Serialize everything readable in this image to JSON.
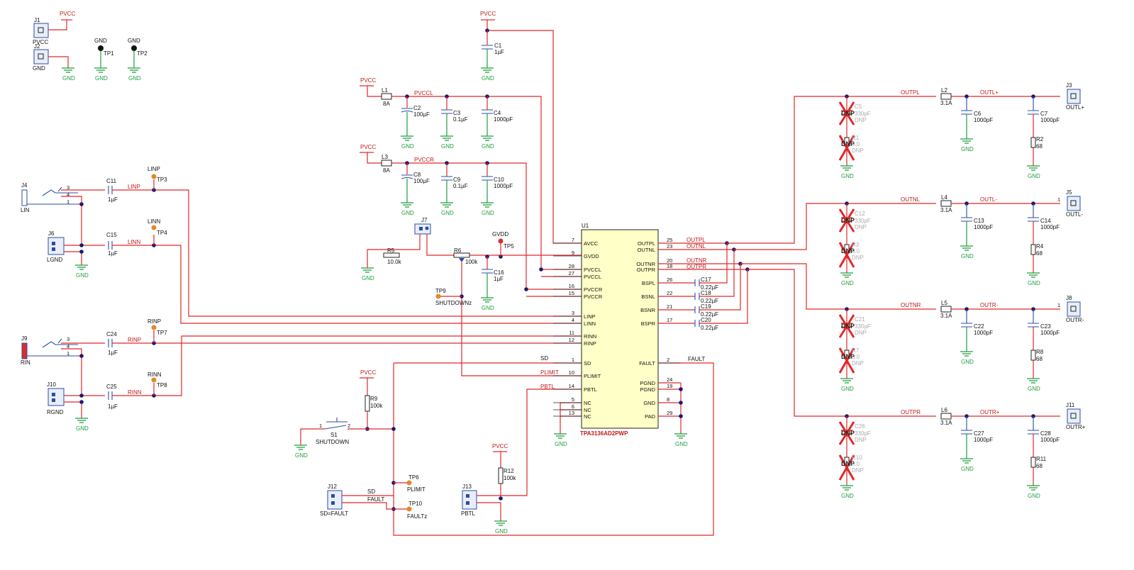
{
  "chip": {
    "ref": "U1",
    "part": "TPA3136AD2PWP"
  },
  "nets": {
    "pvcc": "PVCC",
    "gnd": "GND",
    "gvdd": "GVDD",
    "pvccl": "PVCCL",
    "pvccr": "PVCCR",
    "linp": "LINP",
    "linn": "LINN",
    "rinp": "RINP",
    "rinn": "RINN",
    "sd": "SD",
    "plimit": "PLIMIT",
    "pbtl": "PBTL",
    "fault": "FAULT",
    "outpl": "OUTPL",
    "outnl": "OUTNL",
    "outnr": "OUTNR",
    "outpr": "OUTPR",
    "outl_p": "OUTL+",
    "outl_n": "OUTL-",
    "outr_n": "OUTR-",
    "outr_p": "OUTR+"
  },
  "ic_left_pins": [
    {
      "num": "7",
      "name": "AVCC"
    },
    {
      "num": "9",
      "name": "GVDD"
    },
    {
      "num": "28",
      "name": "PVCCL"
    },
    {
      "num": "27",
      "name": "PVCCL"
    },
    {
      "num": "16",
      "name": "PVCCR"
    },
    {
      "num": "15",
      "name": "PVCCR"
    },
    {
      "num": "3",
      "name": "LINP"
    },
    {
      "num": "4",
      "name": "LINN"
    },
    {
      "num": "11",
      "name": "RINN"
    },
    {
      "num": "12",
      "name": "RINP"
    },
    {
      "num": "1",
      "name": "SD"
    },
    {
      "num": "10",
      "name": "PLIMIT"
    },
    {
      "num": "14",
      "name": "PBTL"
    },
    {
      "num": "5",
      "name": "NC"
    },
    {
      "num": "6",
      "name": "NC"
    },
    {
      "num": "13",
      "name": "NC"
    }
  ],
  "ic_right_pins": [
    {
      "num": "25",
      "name": "OUTPL"
    },
    {
      "num": "23",
      "name": "OUTNL"
    },
    {
      "num": "20",
      "name": "OUTNR"
    },
    {
      "num": "18",
      "name": "OUTPR"
    },
    {
      "num": "26",
      "name": "BSPL"
    },
    {
      "num": "22",
      "name": "BSNL"
    },
    {
      "num": "21",
      "name": "BSNR"
    },
    {
      "num": "17",
      "name": "BSPR"
    },
    {
      "num": "2",
      "name": "FAULT"
    },
    {
      "num": "24",
      "name": "PGND"
    },
    {
      "num": "19",
      "name": "PGND"
    },
    {
      "num": "8",
      "name": "GND"
    },
    {
      "num": "29",
      "name": "PAD"
    }
  ],
  "supply_caps": [
    {
      "ref": "C1",
      "val": "1µF"
    },
    {
      "ref": "C2",
      "val": "100µF"
    },
    {
      "ref": "C3",
      "val": "0.1µF"
    },
    {
      "ref": "C4",
      "val": "1000pF"
    },
    {
      "ref": "C8",
      "val": "100µF"
    },
    {
      "ref": "C9",
      "val": "0.1µF"
    },
    {
      "ref": "C10",
      "val": "1000pF"
    },
    {
      "ref": "C16",
      "val": "1µF"
    }
  ],
  "inductors": [
    {
      "ref": "L1",
      "val": "8A"
    },
    {
      "ref": "L3",
      "val": "8A"
    },
    {
      "ref": "L2",
      "val": "3.1A"
    },
    {
      "ref": "L4",
      "val": "3.1A"
    },
    {
      "ref": "L5",
      "val": "3.1A"
    },
    {
      "ref": "L6",
      "val": "3.1A"
    }
  ],
  "input_caps": [
    {
      "ref": "C11",
      "val": "1µF"
    },
    {
      "ref": "C15",
      "val": "1µF"
    },
    {
      "ref": "C24",
      "val": "1µF"
    },
    {
      "ref": "C25",
      "val": "1µF"
    }
  ],
  "boot_caps": [
    {
      "ref": "C17",
      "val": "0.22µF"
    },
    {
      "ref": "C18",
      "val": "0.22µF"
    },
    {
      "ref": "C19",
      "val": "0.22µF"
    },
    {
      "ref": "C20",
      "val": "0.22µF"
    }
  ],
  "resistors": [
    {
      "ref": "R5",
      "val": "10.0k"
    },
    {
      "ref": "R6",
      "val": "100k"
    },
    {
      "ref": "R9",
      "val": "100k"
    },
    {
      "ref": "R12",
      "val": "100k"
    }
  ],
  "connectors": {
    "j1": "J1",
    "j1_label": "PVCC",
    "j2": "J2",
    "j2_label": "GND",
    "j4": "J4",
    "j4_label": "LIN",
    "j6": "J6",
    "j6_label": "LGND",
    "j9": "J9",
    "j9_label": "RIN",
    "j10": "J10",
    "j10_label": "RGND",
    "j7": "J7",
    "j12": "J12",
    "j12_label": "SD=FAULT",
    "j13": "J13",
    "j13_label": "PBTL"
  },
  "testpoints": [
    {
      "ref": "TP1",
      "label": "GND"
    },
    {
      "ref": "TP2",
      "label": "GND"
    },
    {
      "ref": "TP3",
      "label": "LINP"
    },
    {
      "ref": "TP4",
      "label": "LINN"
    },
    {
      "ref": "TP7",
      "label": "RINP"
    },
    {
      "ref": "TP8",
      "label": "RINN"
    },
    {
      "ref": "TP5",
      "label": "GVDD"
    },
    {
      "ref": "TP6",
      "label": "PLIMIT"
    },
    {
      "ref": "TP9",
      "label": "SHUTDOWNz"
    },
    {
      "ref": "TP10",
      "label": "FAULTz"
    }
  ],
  "switch": {
    "ref": "S1",
    "label": "SHUTDOWN",
    "pin1": "1",
    "pin2": "2"
  },
  "jack_pins": {
    "p3": "3",
    "p4": "4",
    "p1": "1"
  },
  "output_channels": [
    {
      "cdnp": "C5",
      "cdnp_val": "330pF",
      "rdnp": "R1",
      "rdnp_val": "0.0",
      "dnp": "DNP",
      "lref": "L2",
      "lval": "3.1A",
      "cmid": "C6",
      "cmid_val": "1000pF",
      "cout": "C7",
      "cout_val": "1000pF",
      "rout": "R2",
      "rout_val": "68",
      "jref": "J3",
      "jlabel": "OUTL+",
      "jpin": "",
      "net_in": "OUTPL",
      "net_out": "OUTL+"
    },
    {
      "cdnp": "C12",
      "cdnp_val": "330pF",
      "rdnp": "R3",
      "rdnp_val": "0.0",
      "dnp": "DNP",
      "lref": "L4",
      "lval": "3.1A",
      "cmid": "C13",
      "cmid_val": "1000pF",
      "cout": "C14",
      "cout_val": "1000pF",
      "rout": "R4",
      "rout_val": "68",
      "jref": "J5",
      "jlabel": "OUTL-",
      "jpin": "1",
      "net_in": "OUTNL",
      "net_out": "OUTL-"
    },
    {
      "cdnp": "C21",
      "cdnp_val": "330pF",
      "rdnp": "R7",
      "rdnp_val": "0.0",
      "dnp": "DNP",
      "lref": "L5",
      "lval": "3.1A",
      "cmid": "C22",
      "cmid_val": "1000pF",
      "cout": "C23",
      "cout_val": "1000pF",
      "rout": "R8",
      "rout_val": "68",
      "jref": "J8",
      "jlabel": "OUTR-",
      "jpin": "1",
      "net_in": "OUTNR",
      "net_out": "OUTR-"
    },
    {
      "cdnp": "C26",
      "cdnp_val": "330pF",
      "rdnp": "R10",
      "rdnp_val": "0.0",
      "dnp": "DNP",
      "lref": "L6",
      "lval": "3.1A",
      "cmid": "C27",
      "cmid_val": "1000pF",
      "cout": "C28",
      "cout_val": "1000pF",
      "rout": "R11",
      "rout_val": "68",
      "jref": "J11",
      "jlabel": "OUTR+",
      "jpin": "",
      "net_in": "OUTPR",
      "net_out": "OUTR+"
    }
  ]
}
